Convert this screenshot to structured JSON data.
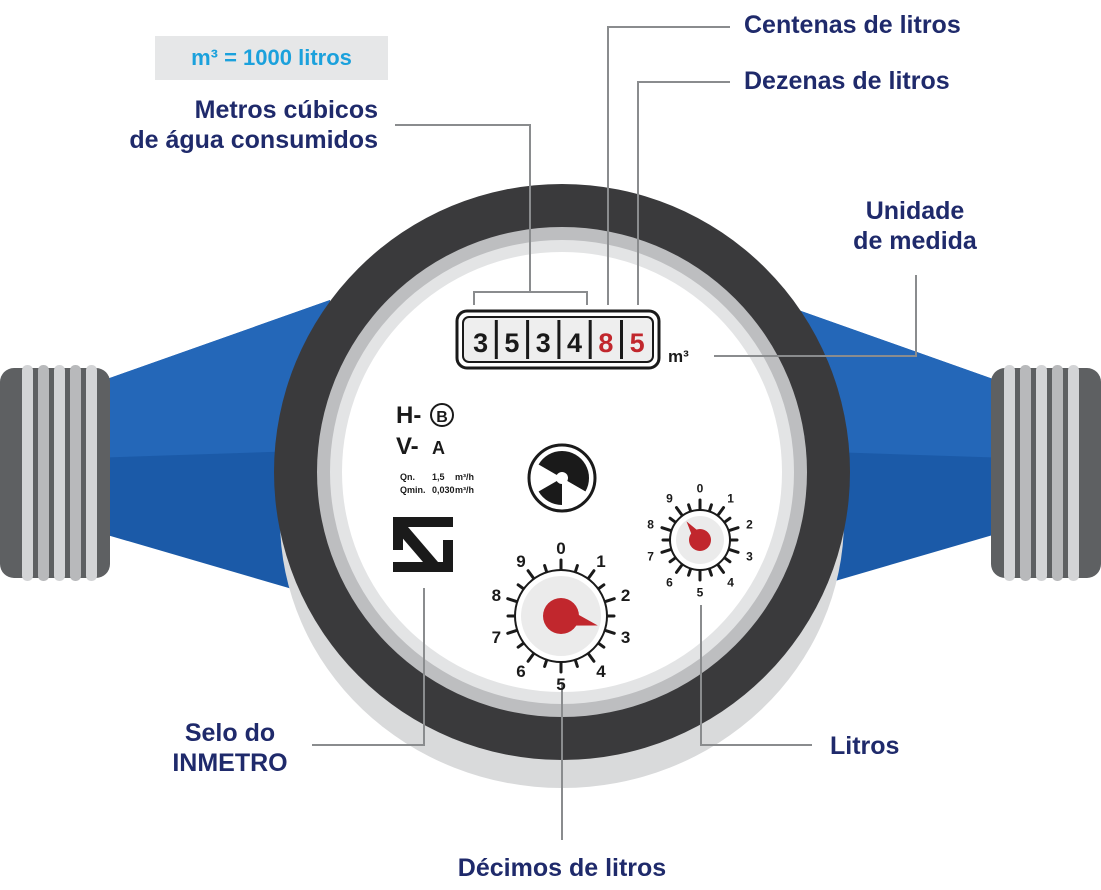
{
  "conversion_note": "m³ = 1000 litros",
  "labels": {
    "cubic_meters": [
      "Metros cúbicos",
      "de água consumidos"
    ],
    "hundreds_liters": "Centenas de litros",
    "tens_liters": "Dezenas de litros",
    "unit": [
      "Unidade",
      "de medida"
    ],
    "seal": [
      "Selo do",
      "INMETRO"
    ],
    "liters": "Litros",
    "tenths_liters": "Décimos de litros"
  },
  "odometer": {
    "digits": [
      "3",
      "5",
      "3",
      "4",
      "8",
      "5"
    ],
    "unit": "m³"
  },
  "class_markings": {
    "horizontal": "H-",
    "horizontal_class": "B",
    "vertical": "V-",
    "vertical_class": "A"
  },
  "specs": {
    "qn_label": "Qn.",
    "qn_value": "1,5",
    "qn_unit": "m³/h",
    "qmin_label": "Qmin.",
    "qmin_value": "0,030",
    "qmin_unit": "m³/h"
  },
  "dials": {
    "tenths": {
      "numbers": [
        "0",
        "1",
        "2",
        "3",
        "4",
        "5",
        "6",
        "7",
        "8",
        "9"
      ],
      "pointer_value": 2.9
    },
    "liters": {
      "numbers": [
        "0",
        "1",
        "2",
        "3",
        "4",
        "5",
        "6",
        "7",
        "8",
        "9"
      ],
      "pointer_value": 9.0
    }
  },
  "colors": {
    "label_text": "#1f2a6b",
    "note_text": "#1ba1dc",
    "note_bg": "#e6e7e8",
    "pipe_blue": "#1b5aa8",
    "red_digit": "#c1272d",
    "bezel": "#3a3a3c",
    "leader_line": "#8a8c8e"
  }
}
